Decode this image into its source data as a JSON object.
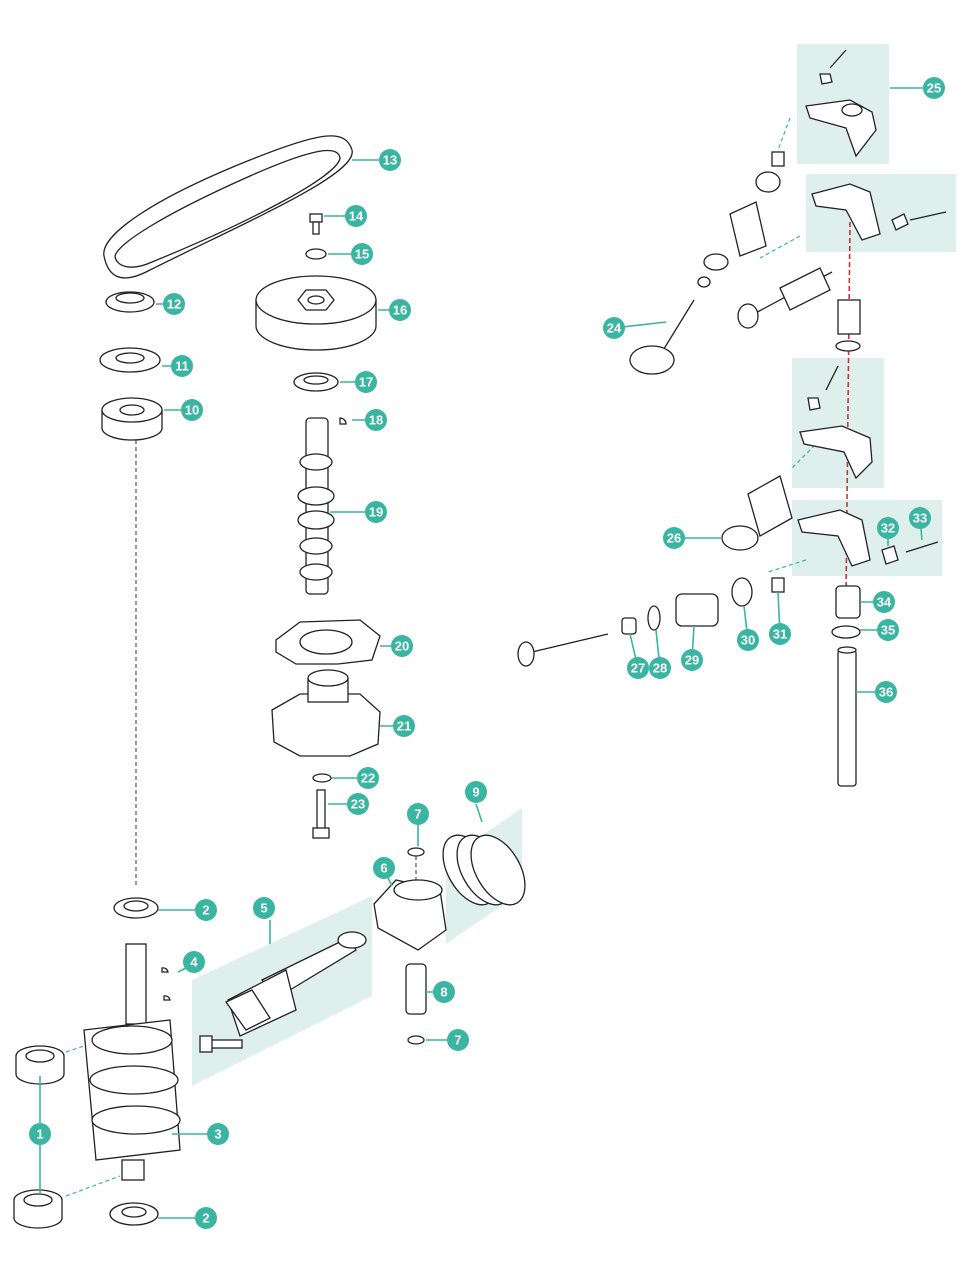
{
  "accent_color": "#3ab5a2",
  "guide_red_color": "#c8323c",
  "panel_color": "#dff0ec",
  "callouts": [
    "1",
    "2",
    "2",
    "3",
    "4",
    "5",
    "6",
    "7",
    "7",
    "8",
    "9",
    "10",
    "11",
    "12",
    "13",
    "14",
    "15",
    "16",
    "17",
    "18",
    "19",
    "20",
    "21",
    "22",
    "23",
    "24",
    "25",
    "26",
    "27",
    "28",
    "29",
    "30",
    "31",
    "32",
    "33",
    "34",
    "35",
    "36"
  ]
}
